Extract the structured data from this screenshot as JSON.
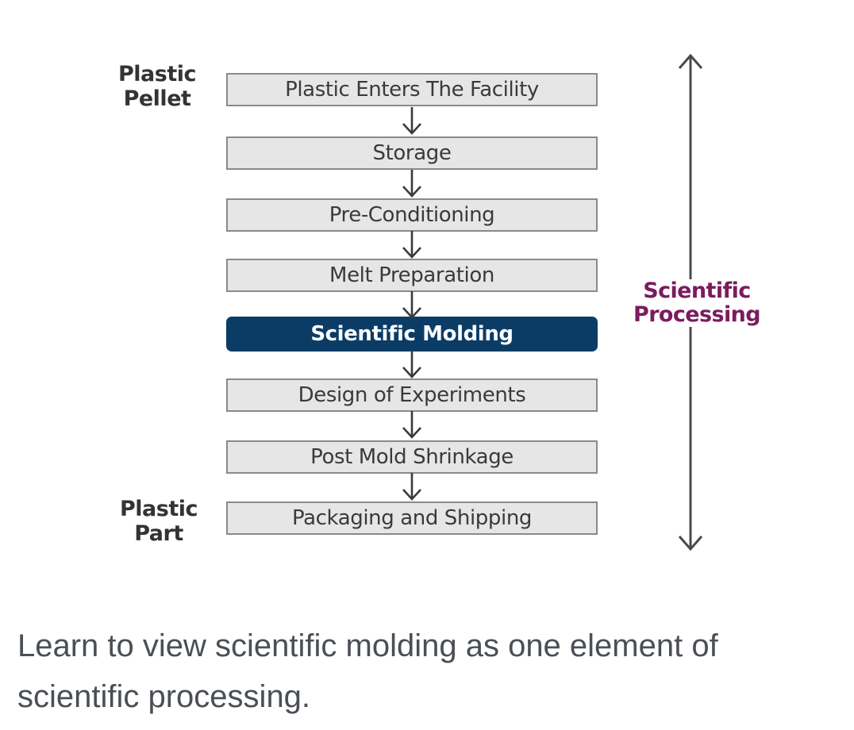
{
  "diagram": {
    "start_label": [
      "Plastic",
      "Pellet"
    ],
    "end_label": [
      "Plastic",
      "Part"
    ],
    "steps": [
      {
        "label": "Plastic Enters The Facility",
        "highlighted": false
      },
      {
        "label": "Storage",
        "highlighted": false
      },
      {
        "label": "Pre-Conditioning",
        "highlighted": false
      },
      {
        "label": "Melt Preparation",
        "highlighted": false
      },
      {
        "label": "Scientific Molding",
        "highlighted": true
      },
      {
        "label": "Design of Experiments",
        "highlighted": false
      },
      {
        "label": "Post Mold Shrinkage",
        "highlighted": false
      },
      {
        "label": "Packaging and Shipping",
        "highlighted": false
      }
    ],
    "span_label": [
      "Scientific",
      "Processing"
    ],
    "colors": {
      "highlight": "#0b3c66",
      "span_label": "#7a1c5e",
      "box_fill": "#e6e6e6",
      "box_border": "#8a8a8a"
    }
  },
  "caption": "Learn to view scientific molding as one element of scientific processing."
}
